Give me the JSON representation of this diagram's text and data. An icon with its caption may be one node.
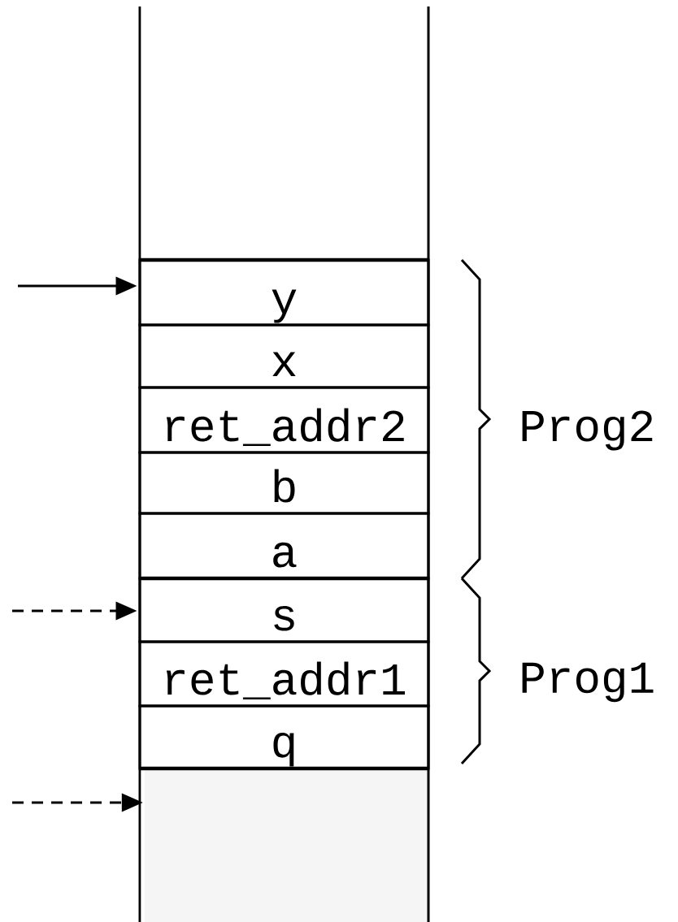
{
  "diagram": {
    "nodes": [
      {
        "text": [
          "y"
        ]
      },
      {
        "text": [
          "x"
        ]
      },
      {
        "text": [
          "ret_addr2"
        ]
      },
      {
        "text": [
          "b"
        ]
      },
      {
        "text": [
          "a"
        ]
      },
      {
        "text": [
          "s"
        ]
      },
      {
        "text": [
          "ret_addr1"
        ]
      },
      {
        "text": [
          "q"
        ]
      },
      {
        "text": [],
        "shape": "box"
      }
    ],
    "edges": [
      {
        "from": null,
        "to": 0,
        "arrow": "to"
      },
      {
        "from": null,
        "to": 5,
        "arrow": "to",
        "style": "dashed"
      },
      {
        "from": null,
        "to": 8,
        "arrow": "to",
        "style": "dashed"
      }
    ],
    "labels": [
      "Prog2",
      "Prog1"
    ]
  }
}
